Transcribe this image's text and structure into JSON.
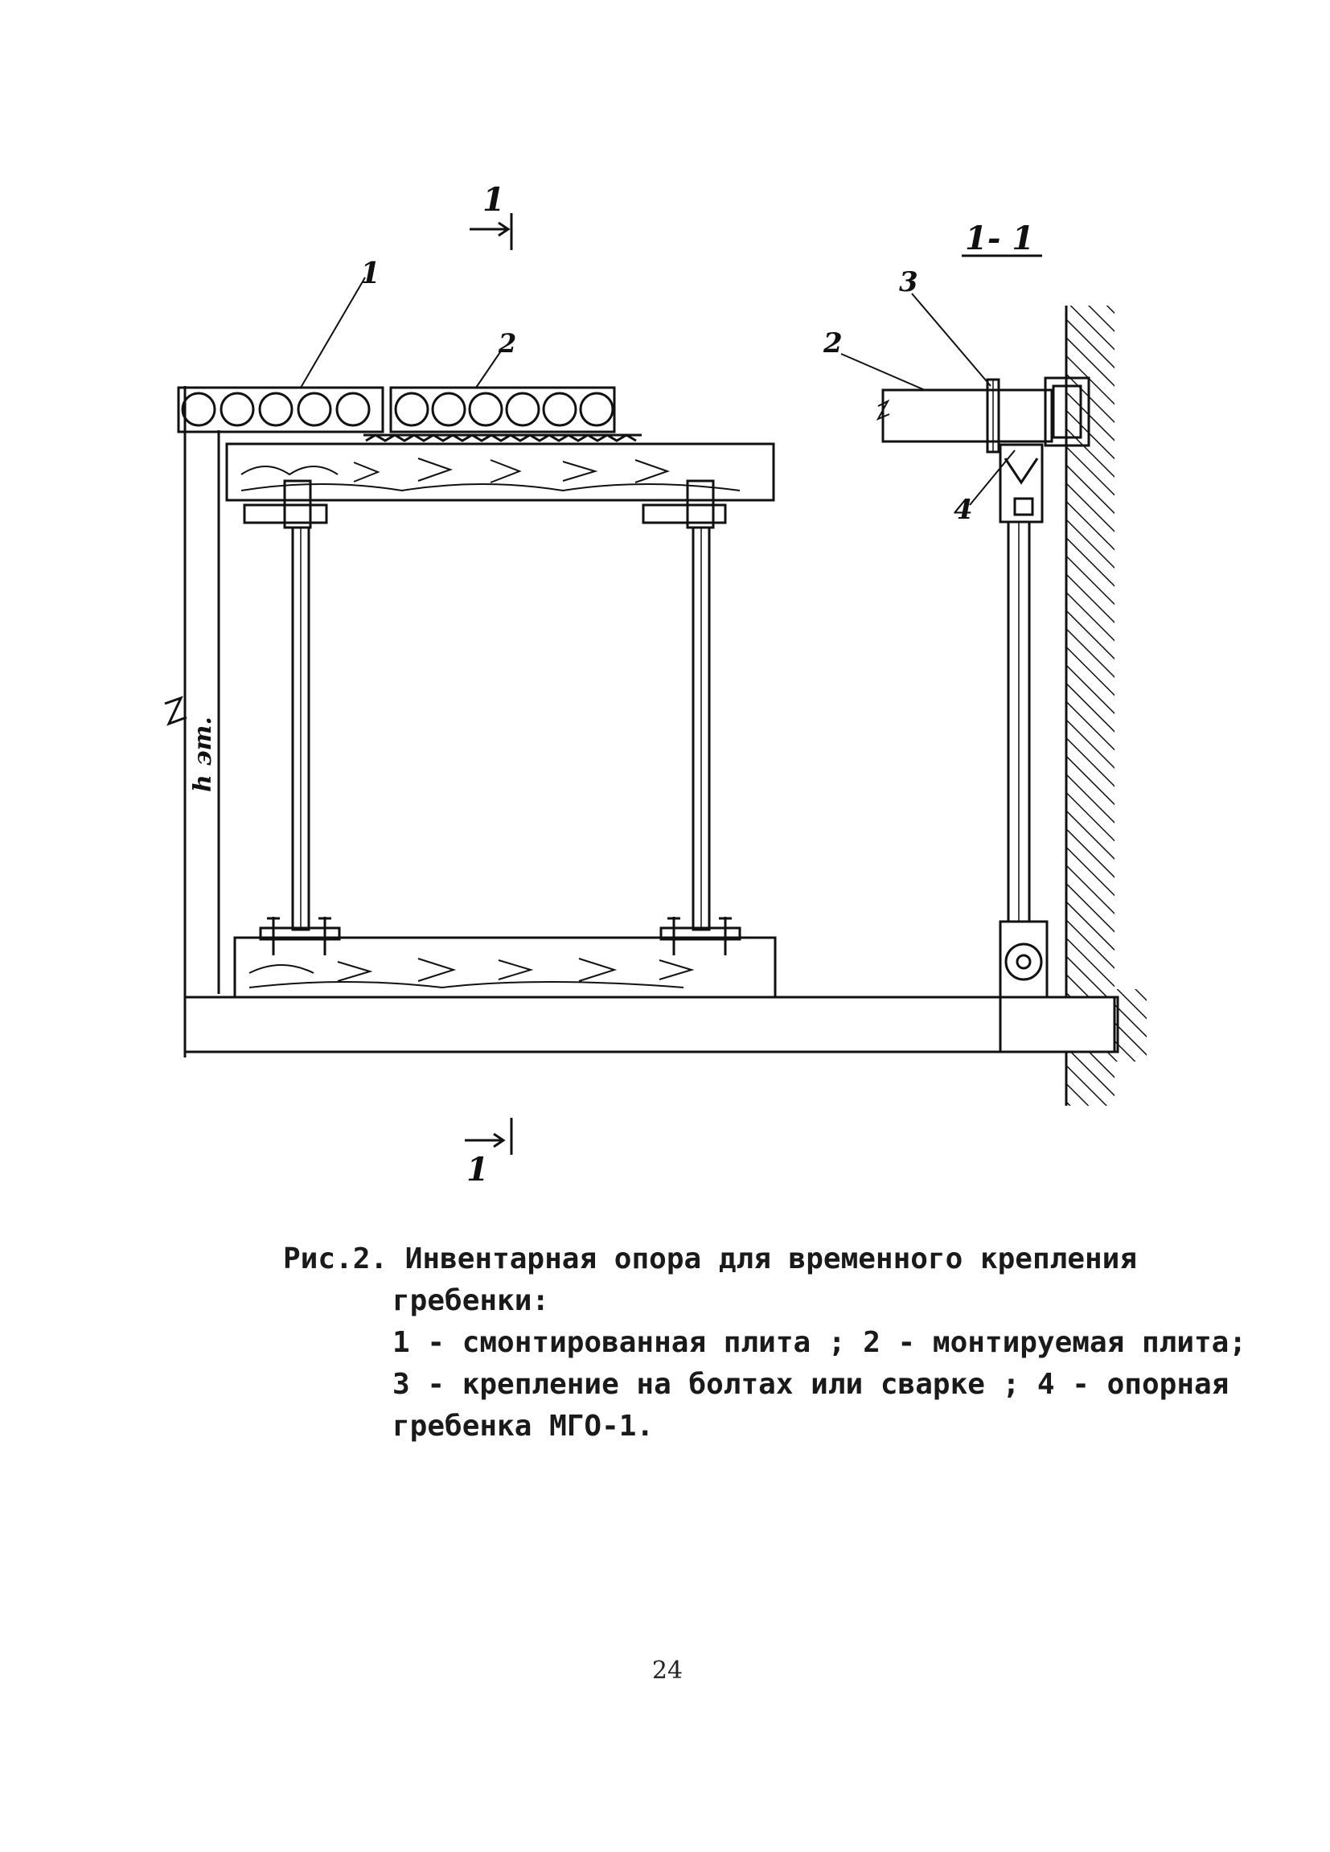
{
  "figure": {
    "section_mark_top": "1",
    "section_mark_bottom": "1",
    "section_title": "1- 1",
    "height_label": "h эт.",
    "callouts_main": [
      "1",
      "2"
    ],
    "callouts_section": [
      "3",
      "2",
      "4"
    ]
  },
  "caption": {
    "line1": "Рис.2. Инвентарная опора для временного крепления",
    "line2": "гребенки:",
    "line3": "1 - смонтированная плита ; 2 - монтируемая плита;",
    "line4": "3 - крепление на болтах или сварке ; 4 - опорная",
    "line5": "гребенка МГО-1."
  },
  "page_number": "24"
}
